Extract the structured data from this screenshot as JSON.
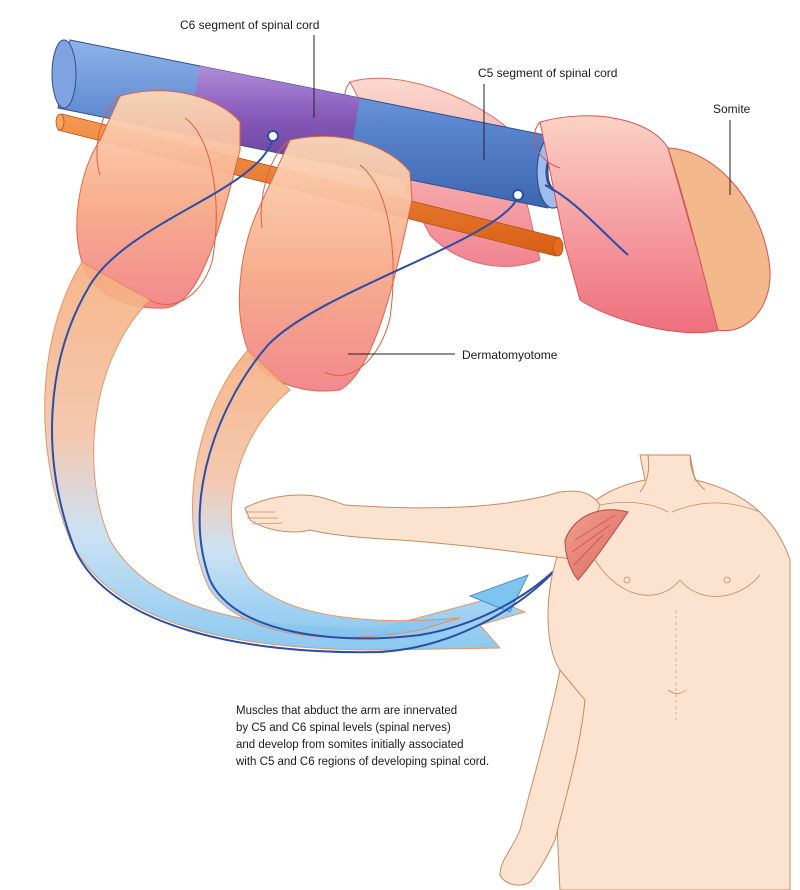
{
  "labels": {
    "c6_segment": "C6 segment of spinal cord",
    "c5_segment": "C5 segment of spinal cord",
    "somite": "Somite",
    "dermatomyotome": "Dermatomyotome"
  },
  "caption": {
    "lines": [
      "Muscles that abduct the arm are innervated",
      "by C5 and C6 spinal levels (spinal nerves)",
      "and develop from somites initially associated",
      "with C5 and C6 regions of developing spinal cord."
    ]
  },
  "colors": {
    "spinal_cord_blue": "#5a86cf",
    "c6_purple": "#8a55b8",
    "notochord_orange": "#e8711f",
    "somite_pink": "#f07a86",
    "somite_peach": "#f8c29a",
    "ribbon_orange": "#f6b07f",
    "ribbon_blue": "#7fc4ef",
    "nerve_blue": "#2a4ea8",
    "skin": "#fbe3cf",
    "muscle_red": "#e9857a"
  }
}
